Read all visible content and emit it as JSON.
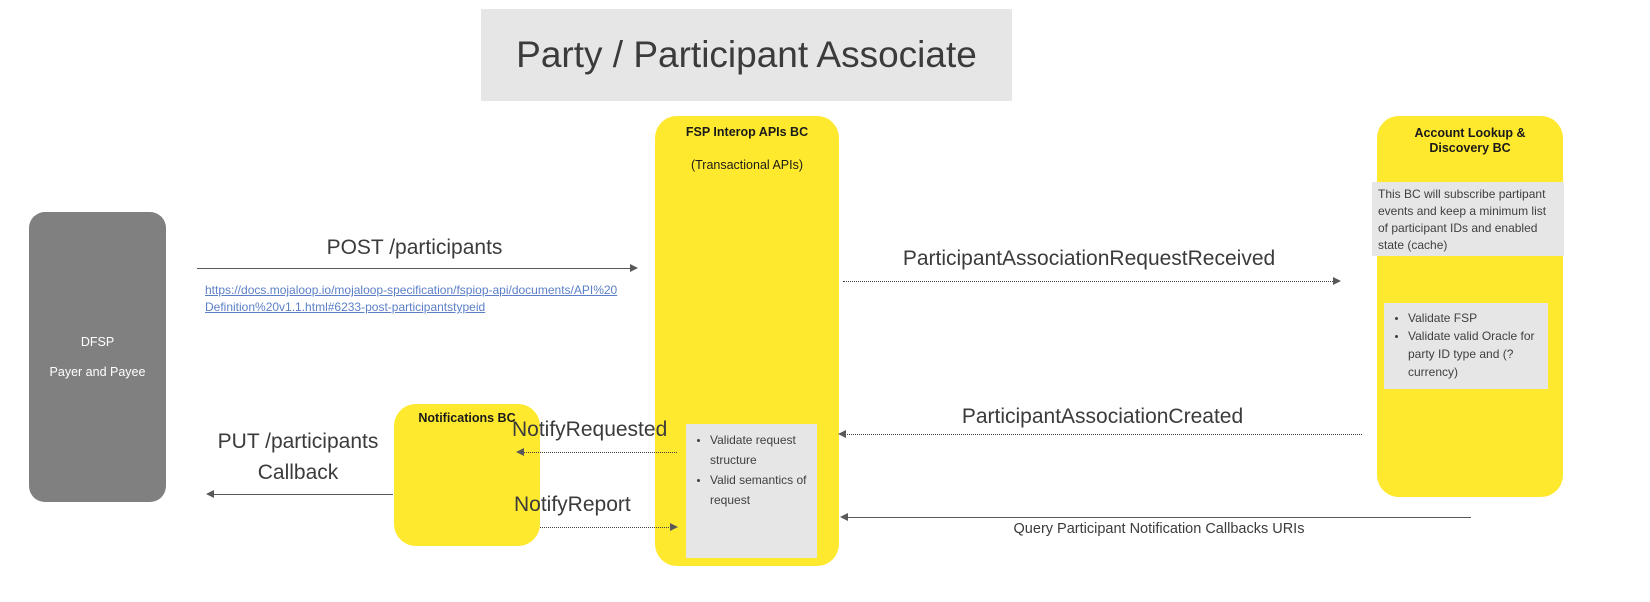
{
  "title": {
    "text": "Party / Participant Associate"
  },
  "actors": {
    "dfsp": {
      "line1": "DFSP",
      "line2": "Payer and Payee"
    },
    "interop": {
      "header": "FSP Interop APIs BC",
      "subheader": "(Transactional APIs)"
    },
    "notifications": {
      "header": "Notifications BC"
    },
    "als": {
      "header": "Account Lookup & Discovery BC"
    }
  },
  "notes": {
    "als_note": "This BC will subscribe partipant events and keep a minimum list of participant IDs and enabled state (cache)",
    "als_bullets": [
      "Validate FSP",
      "Validate valid Oracle for party ID type and (?currency)"
    ],
    "interop_bullets": [
      "Validate request structure",
      "Valid semantics of request"
    ]
  },
  "messages": {
    "post_participants": "POST /participants",
    "post_participants_link": "https://docs.mojaloop.io/mojaloop-specification/fspiop-api/documents/API%20Definition%20v1.1.html#6233-post-participantstypeid",
    "participant_association_request_received": "ParticipantAssociationRequestReceived",
    "participant_association_created": "ParticipantAssociationCreated",
    "notify_requested": "NotifyRequested",
    "notify_report": "NotifyReport",
    "put_participants_line1": "PUT /participants",
    "put_participants_line2": "Callback",
    "query_participant_notification": "Query Participant Notification Callbacks URIs"
  }
}
